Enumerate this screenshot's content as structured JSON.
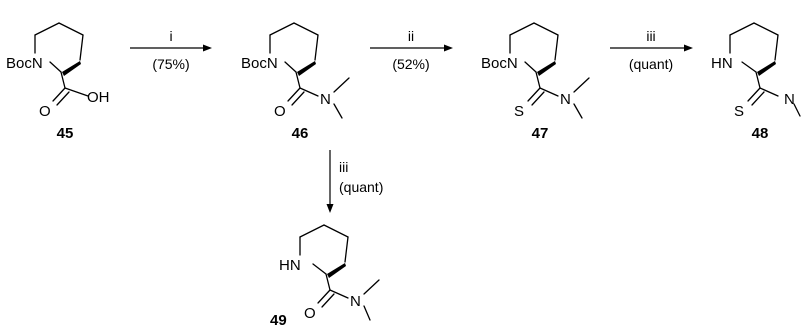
{
  "scheme": {
    "compounds": [
      {
        "id": "c45",
        "number": "45",
        "nitrogen_label": "BocN",
        "exo_atom": "O",
        "tail_label": "OH"
      },
      {
        "id": "c46",
        "number": "46",
        "nitrogen_label": "BocN",
        "exo_atom": "O",
        "amide_n": "N"
      },
      {
        "id": "c47",
        "number": "47",
        "nitrogen_label": "BocN",
        "exo_atom": "S",
        "amide_n": "N"
      },
      {
        "id": "c48",
        "number": "48",
        "nitrogen_label": "HN",
        "exo_atom": "S",
        "amide_n": "N"
      },
      {
        "id": "c49",
        "number": "49",
        "nitrogen_label": "HN",
        "exo_atom": "O",
        "amide_n": "N"
      }
    ],
    "steps": [
      {
        "id": "s1",
        "label": "i",
        "yield": "(75%)"
      },
      {
        "id": "s2",
        "label": "ii",
        "yield": "(52%)"
      },
      {
        "id": "s3",
        "label": "iii",
        "yield": "(quant)"
      },
      {
        "id": "s4",
        "label": "iii",
        "yield": "(quant)"
      }
    ]
  }
}
